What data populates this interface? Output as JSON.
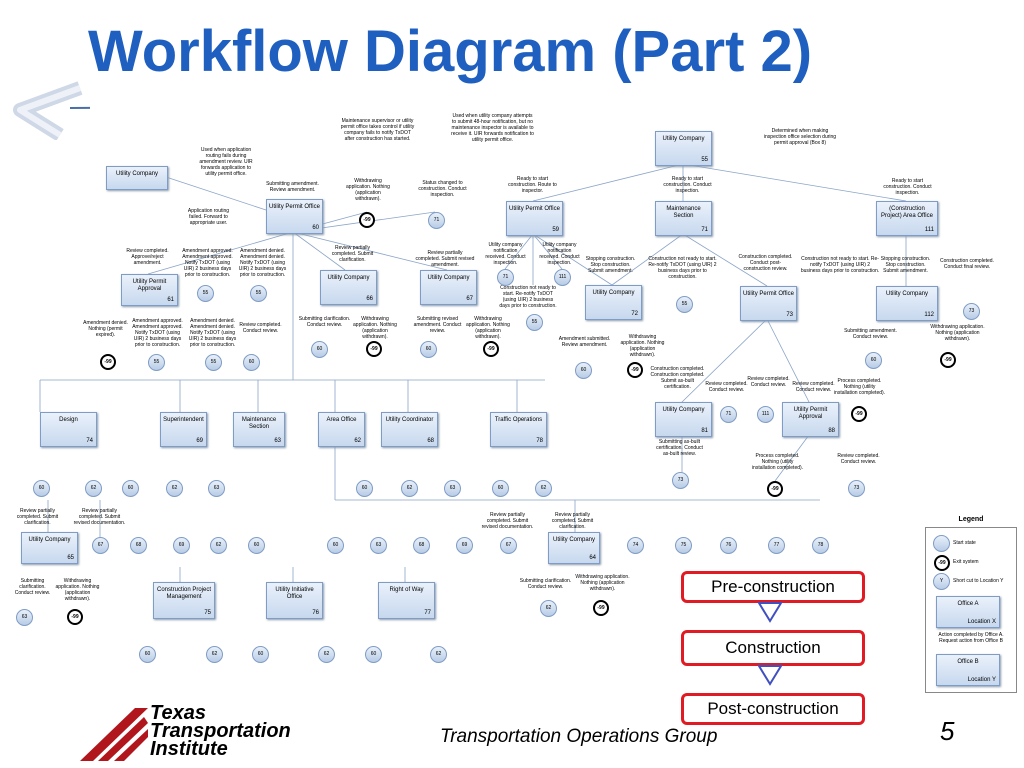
{
  "title": "Workflow Diagram (Part 2)",
  "footer": {
    "group": "Transportation Operations Group",
    "page": "5",
    "logo": [
      "Texas",
      "Transportation",
      "Institute"
    ]
  },
  "phases": [
    "Pre-construction",
    "Construction",
    "Post-construction"
  ],
  "legend": {
    "title": "Legend",
    "start": "Start state",
    "exit_label": "-99",
    "exit": "Exit system",
    "short_label": "Y",
    "short": "Short cut to Location Y",
    "office_a": "Office A",
    "location_x": "Location X",
    "action": "Action completed by Office A. Request action from Office B",
    "office_b": "Office B",
    "location_y": "Location Y"
  },
  "boxes": [
    {
      "label": "Utility Company",
      "num": ""
    },
    {
      "label": "Utility Permit Office",
      "num": "60"
    },
    {
      "label": "Utility Permit Office",
      "num": "59"
    },
    {
      "label": "Utility Company",
      "num": "55"
    },
    {
      "label": "Maintenance Section",
      "num": "71"
    },
    {
      "label": "(Construction Project) Area Office",
      "num": "111"
    },
    {
      "label": "Utility Permit Approval",
      "num": "61"
    },
    {
      "label": "Utility Company",
      "num": "66"
    },
    {
      "label": "Utility Company",
      "num": "67"
    },
    {
      "label": "Utility Company",
      "num": "72"
    },
    {
      "label": "Utility Permit Office",
      "num": "73"
    },
    {
      "label": "Utility Company",
      "num": "112"
    },
    {
      "label": "Design",
      "num": "74"
    },
    {
      "label": "Superintendent",
      "num": "69"
    },
    {
      "label": "Maintenance Section",
      "num": "63"
    },
    {
      "label": "Area Office",
      "num": "62"
    },
    {
      "label": "Utility Coordinator",
      "num": "68"
    },
    {
      "label": "Traffic Operations",
      "num": "78"
    },
    {
      "label": "Utility Company",
      "num": "81"
    },
    {
      "label": "Utility Permit Approval",
      "num": "88"
    },
    {
      "label": "Utility Company",
      "num": "65"
    },
    {
      "label": "Utility Company",
      "num": "64"
    },
    {
      "label": "Construction Project Management",
      "num": "75"
    },
    {
      "label": "Utility Initiative Office",
      "num": "76"
    },
    {
      "label": "Right of Way",
      "num": "77"
    }
  ],
  "notes": [
    "Used when application routing fails during amendment review. UIR forwards application to utility permit office.",
    "Application routing failed. Forward to appropriate user.",
    "Maintenance supervisor or utility permit office takes control if utility company fails to notify TxDOT after construction has started.",
    "Used when utility company attempts to submit 48-hour notification, but no maintenance inspector is available to receive it. UIR forwards notification to utility permit office.",
    "Determined when making inspection office selection during permit approval (Box 8)",
    "Submitting amendment. Review amendment.",
    "Withdrawing application. Nothing (application withdrawn).",
    "Status changed to construction. Conduct inspection.",
    "Ready to start construction. Route to inspector.",
    "Ready to start construction. Conduct inspection.",
    "Ready to start construction. Conduct inspection.",
    "Review completed. Approve/reject amendment.",
    "Amendment approved. Amendment approved. Notify TxDOT (using UIR) 2 business days prior to construction.",
    "Amendment denied. Amendment denied. Notify TxDOT (using UIR) 2 business days prior to construction.",
    "Review partially completed. Submit clarification.",
    "Review partially completed. Submit revised amendment.",
    "Utility company notification received. Conduct inspection.",
    "Utility company notification received. Conduct inspection.",
    "Construction not ready to start. Re-notify TxDOT (using UIR) 2 business days prior to construction.",
    "Stopping construction. Stop construction. Submit amendment.",
    "Construction not ready to start. Re-notify TxDOT (using UIR) 2 business days prior to construction.",
    "Construction completed. Conduct post-construction review.",
    "Construction not ready to start. Re-notify TxDOT (using UIR) 2 business days prior to construction.",
    "Stopping construction. Stop construction. Submit amendment.",
    "Construction completed. Conduct final review.",
    "Amendment denied. Nothing (permit expired).",
    "Amendment approved. Amendment approved. Notify TxDOT (using UIR) 2 business days prior to construction.",
    "Amendment denied. Amendment denied. Notify TxDOT (using UIR) 2 business days prior to construction.",
    "Review completed. Conduct review.",
    "Submitting clarification. Conduct review.",
    "Withdrawing application. Nothing (application withdrawn).",
    "Submitting revised amendment. Conduct review.",
    "Withdrawing application. Nothing (application withdrawn).",
    "Amendment submitted. Review amendment.",
    "Withdrawing application. Nothing (application withdrawn).",
    "Submitting amendment. Conduct review.",
    "Withdrawing application. Nothing (application withdrawn).",
    "Construction completed. Construction completed. Submit as-built certification.",
    "Review completed. Conduct review.",
    "Review completed. Conduct review.",
    "Review completed. Conduct review.",
    "Process completed. Nothing (utility installation completed).",
    "Submitting as-built certification. Conduct as-built review.",
    "Process completed. Nothing (utility installation completed).",
    "Review completed. Conduct review.",
    "Review partially completed. Submit clarification.",
    "Review partially completed. Submit revised documentation.",
    "Review partially completed. Submit revised documentation.",
    "Review partially completed. Submit clarification.",
    "Submitting clarification. Conduct review.",
    "Withdrawing application. Nothing (application withdrawn).",
    "Submitting clarification. Conduct review.",
    "Withdrawing application. Nothing (application withdrawn)."
  ],
  "nodes": [
    "-99",
    "71",
    "55",
    "55",
    "-99",
    "55",
    "55",
    "60",
    "60",
    "-99",
    "60",
    "-99",
    "71",
    "111",
    "55",
    "55",
    "73",
    "60",
    "-99",
    "60",
    "-99",
    "71",
    "111",
    "-99",
    "73",
    "-99",
    "73",
    "60",
    "62",
    "60",
    "62",
    "63",
    "60",
    "62",
    "63",
    "60",
    "62",
    "67",
    "68",
    "69",
    "62",
    "60",
    "60",
    "63",
    "68",
    "69",
    "67",
    "74",
    "75",
    "76",
    "77",
    "78",
    "63",
    "-99",
    "62",
    "-99",
    "60",
    "62",
    "60",
    "62",
    "60",
    "62"
  ]
}
